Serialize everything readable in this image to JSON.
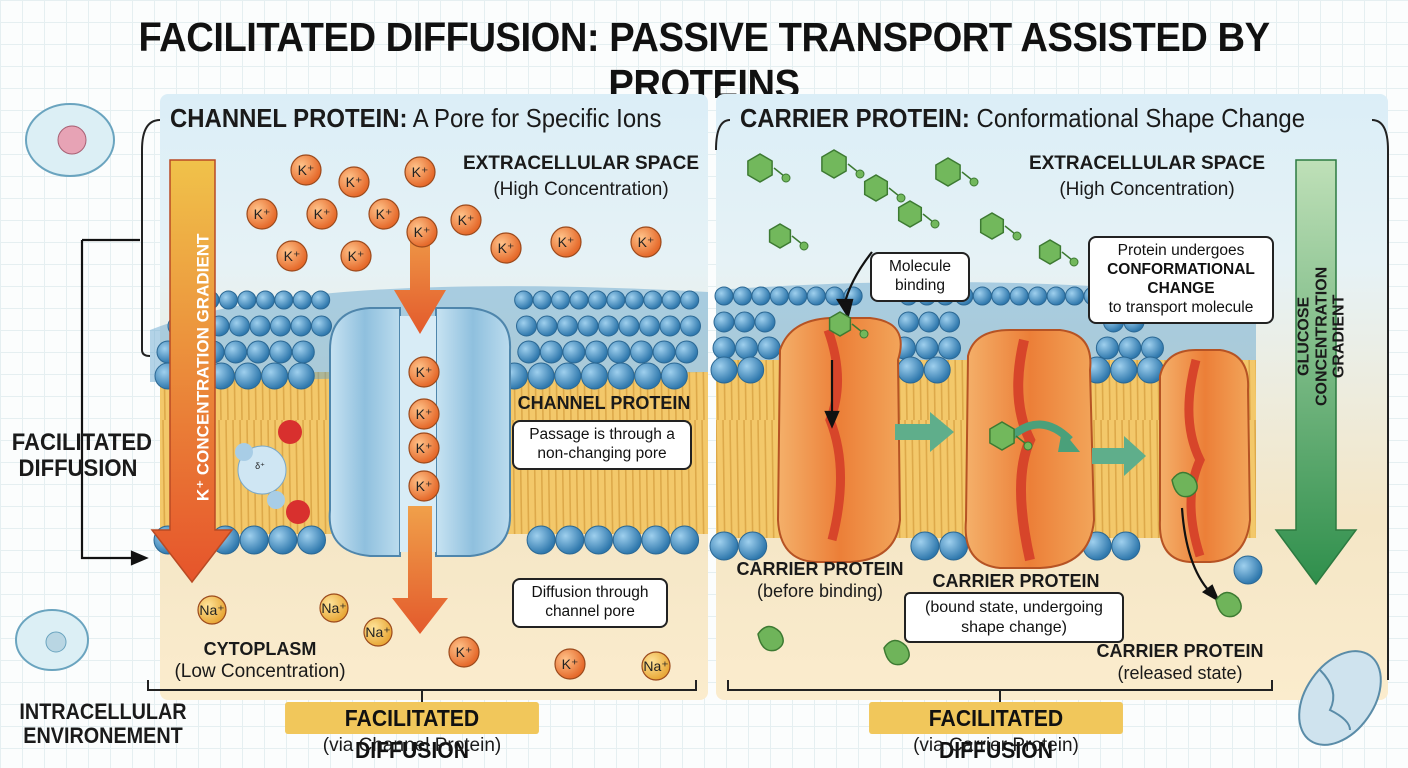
{
  "title": "FACILITATED DIFFUSION: PASSIVE TRANSPORT ASSISTED BY PROTEINS",
  "left_panel": {
    "heading_bold": "CHANNEL PROTEIN:",
    "heading_rest": " A Pore for Specific Ions",
    "extracellular_title": "EXTRACELLULAR SPACE",
    "extracellular_sub": "(High Concentration)",
    "gradient_label": "K⁺ CONCENTRATION GRADIENT",
    "channel_label": "CHANNEL PROTEIN",
    "callout_passage": "Passage is through a non-changing pore",
    "callout_diffusion": "Diffusion through channel pore",
    "cytoplasm_title": "CYTOPLASM",
    "cytoplasm_sub": "(Low Concentration)",
    "ion_k": "K⁺",
    "ion_na": "Na⁺",
    "badge": "FACILITATED DIFFUSION",
    "badge_sub": "(via Channel Protein)"
  },
  "right_panel": {
    "heading_bold": "CARRIER PROTEIN:",
    "heading_rest": " Conformational Shape Change",
    "extracellular_title": "EXTRACELLULAR SPACE",
    "extracellular_sub": "(High Concentration)",
    "callout_binding": "Molecule binding",
    "callout_change_1": "Protein undergoes",
    "callout_change_2": "CONFORMATIONAL CHANGE",
    "callout_change_3": "to transport molecule",
    "gradient_label": "GLUCOSE CONCENTRATION GRADIENT",
    "carrier_before_title": "CARRIER PROTEIN",
    "carrier_before_sub": "(before binding)",
    "carrier_bound_title": "CARRIER PROTEIN",
    "carrier_bound_sub": "(bound state, undergoing shape change)",
    "carrier_released_title": "CARRIER PROTEIN",
    "carrier_released_sub": "(released state)",
    "badge": "FACILITATED DIFFUSION",
    "badge_sub": "(via Carrier Protein)"
  },
  "side_labels": {
    "facilitated_diffusion": "FACILITATED DIFFUSION",
    "intracellular": "INTRACELLULAR ENVIRONEMENT",
    "water_charge": "δ⁺"
  },
  "colors": {
    "membrane_head": "#4f97c7",
    "tail": "#e7b24e",
    "channel": "#a9d2ea",
    "carrier": "#ee8a3c",
    "ion_k": "#ef8a3c",
    "ion_na": "#f2b84e",
    "glucose": "#6fb45a",
    "badge": "#f1c75b"
  }
}
